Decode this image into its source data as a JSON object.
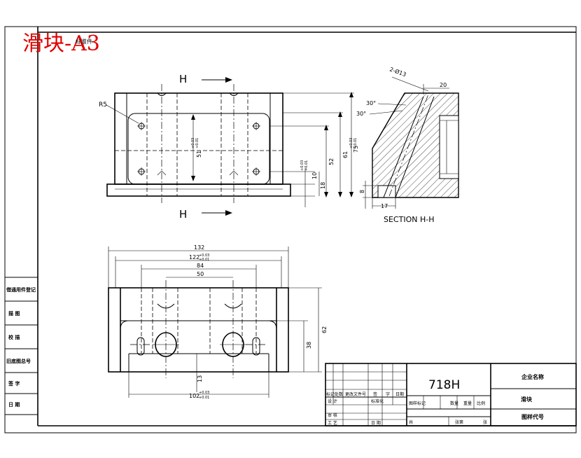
{
  "title_stamp": "滑块-A3",
  "top_note": "标准件",
  "view_labels": {
    "section_marker_top": "H",
    "section_marker_bottom": "H",
    "section_title": "SECTION H-H"
  },
  "dimensions_front": {
    "radius": "R5",
    "d_51": "51",
    "d_51_tol_upper": "+0.03",
    "d_51_tol_lower": "+0.01",
    "d_52": "52",
    "d_61": "61",
    "d_75": "75",
    "d_75_tol_upper": "+0.03",
    "d_75_tol_lower": "+0.01",
    "d_10": "10",
    "d_18": "18",
    "d_5_upper": "+0.03",
    "d_5_lower": "+0.01"
  },
  "dimensions_section": {
    "holes": "2-Ø13",
    "d_20": "20",
    "angle_a": "30°",
    "angle_b": "30°",
    "d_8": "8",
    "d_17": "17"
  },
  "dimensions_top": {
    "d_132": "132",
    "d_122": "122",
    "d_122_tol_upper": "+0.03",
    "d_122_tol_lower": "+0.01",
    "d_84": "84",
    "d_50": "50",
    "d_62": "62",
    "d_38": "38",
    "d_13": "13",
    "d_102": "102",
    "d_102_tol_upper": "+0.03",
    "d_102_tol_lower": "+0.01"
  },
  "side_table": [
    "借通用件登记",
    "描    图",
    "校    描",
    "旧底图总号",
    "签    字",
    "日    期"
  ],
  "title_block": {
    "material": "718H",
    "company": "企业名称",
    "part_name": "滑块",
    "drawing_no": "图样代号",
    "rev_headers": [
      "标记",
      "处数",
      "更改文件号",
      "签",
      "字",
      "日期"
    ],
    "sign_rows": [
      "设  计",
      "标准化",
      "审  核",
      "工  艺",
      "日  期"
    ],
    "stage_headers": [
      "图样标记",
      "数量",
      "重量",
      "比例"
    ],
    "sheet_left": "共",
    "sheet_mid": "张第",
    "sheet_right": "张"
  }
}
